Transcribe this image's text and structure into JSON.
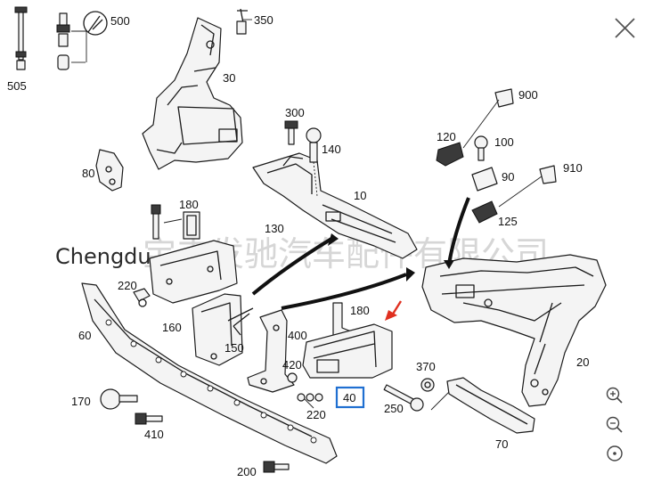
{
  "watermark": {
    "brand": "Chengdu",
    "chinese": "宝丰发驰汽车配件有限公司"
  },
  "highlight_color": "#1f6fd1",
  "arrow_color": "#e03020",
  "labels": {
    "l505": "505",
    "l500": "500",
    "l350": "350",
    "l30": "30",
    "l80": "80",
    "l300": "300",
    "l140": "140",
    "l10": "10",
    "l130": "130",
    "l180a": "180",
    "l220a": "220",
    "l60": "60",
    "l160": "160",
    "l150": "150",
    "l400": "400",
    "l420": "420",
    "l180b": "180",
    "l40": "40",
    "l220b": "220",
    "l370": "370",
    "l250": "250",
    "l170": "170",
    "l410": "410",
    "l200": "200",
    "l70": "70",
    "l20": "20",
    "l120": "120",
    "l100": "100",
    "l900": "900",
    "l90": "90",
    "l910": "910",
    "l125": "125"
  },
  "controls": {
    "close": "close-icon",
    "zoom_in": "zoom-in-icon",
    "zoom_out": "zoom-out-icon",
    "reset": "reset-view-icon"
  }
}
